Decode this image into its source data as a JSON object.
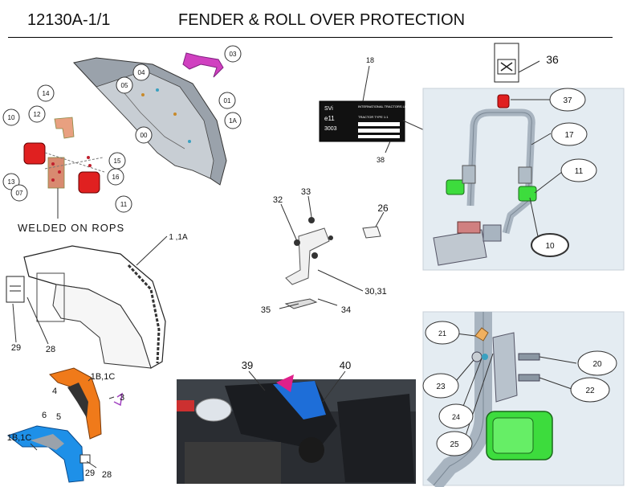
{
  "header": {
    "code": "12130A-1/1",
    "title": "FENDER & ROLL OVER PROTECTION"
  },
  "fender_view": {
    "callouts": [
      "03",
      "04",
      "05",
      "01",
      "1A",
      "00"
    ]
  },
  "lamp_view": {
    "callouts": [
      "14",
      "12",
      "10",
      "15",
      "16",
      "13",
      "07",
      "11"
    ],
    "caption": "WELDED ON ROPS"
  },
  "plate_view": {
    "callouts": [
      "18",
      "38"
    ],
    "plate_lines": [
      "SVi",
      "INTERNATIONAL TRACTORS LIMITED",
      "e11",
      "TRACTOR TYPE 1:1",
      "3003"
    ]
  },
  "rops_view": {
    "callouts": [
      "36",
      "37",
      "17",
      "11",
      "10"
    ]
  },
  "bracket_view": {
    "callouts": [
      "32",
      "33",
      "26",
      "30,31",
      "35",
      "34"
    ]
  },
  "fender_outline_view": {
    "callouts": [
      "1 ,1A",
      "29",
      "28"
    ]
  },
  "color_fender_view": {
    "callouts": [
      "1B,1C",
      "4",
      "3",
      "6",
      "5",
      "1B,1C",
      "29",
      "28"
    ]
  },
  "photo_view": {
    "callouts": [
      "39",
      "40"
    ]
  },
  "detail_view": {
    "callouts": [
      "21",
      "20",
      "23",
      "22",
      "24",
      "25"
    ]
  },
  "colors": {
    "lamp_red": "#e02020",
    "lamp_green": "#3ddc3d",
    "fender_blue": "#1e90e8",
    "fender_orange": "#f07a1a",
    "rops_bg": "#e4ecf2",
    "steel": "#a8b4c0"
  }
}
